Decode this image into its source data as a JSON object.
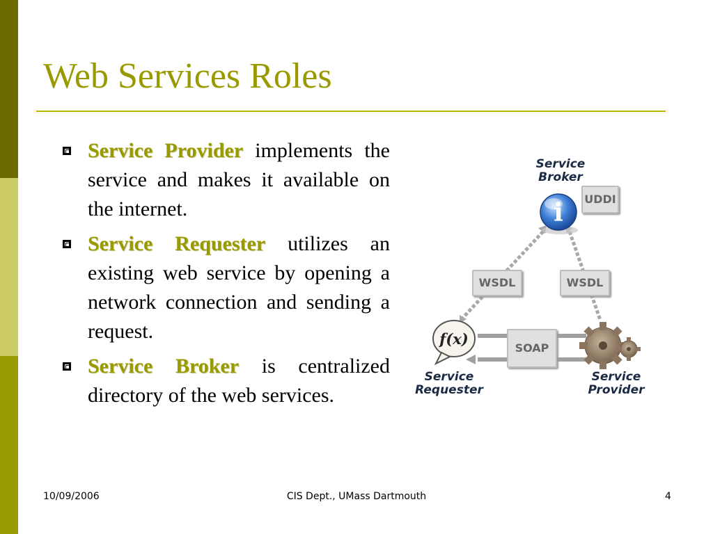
{
  "slide": {
    "title": "Web Services Roles",
    "bullets": [
      {
        "term": "Service Provider",
        "text": " implements the service and makes it available on the internet."
      },
      {
        "term": "Service Requester",
        "text": " utilizes an existing web service by opening a network connection and sending a request."
      },
      {
        "term": "Service Broker",
        "text": " is centralized directory of the web services."
      }
    ]
  },
  "diagram": {
    "broker_label": "Service\nBroker",
    "uddi_label": "UDDI",
    "wsdl_left_label": "WSDL",
    "wsdl_right_label": "WSDL",
    "soap_label": "SOAP",
    "requester_label": "Service\nRequester",
    "provider_label": "Service\nProvider",
    "function_icon_label": "f(x)",
    "info_icon_label": "i"
  },
  "footer": {
    "date": "10/09/2006",
    "center": "CIS Dept., UMass Dartmouth",
    "page": "4"
  },
  "colors": {
    "accent": "#999900",
    "bar_dark": "#6b6b00",
    "bar_light": "#cccc66"
  }
}
